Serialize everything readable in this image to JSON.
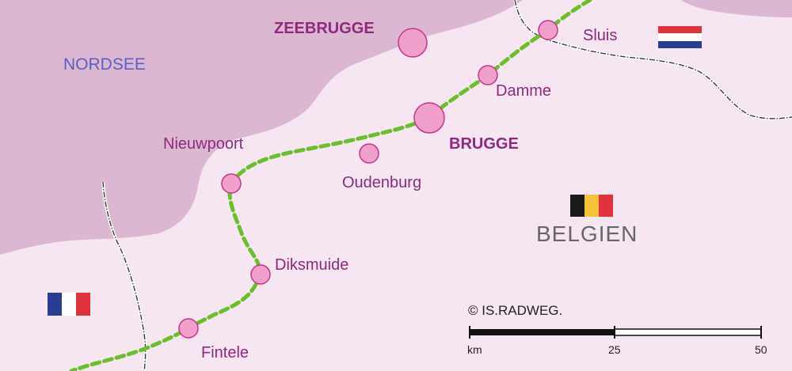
{
  "labels": {
    "sea": "NORDSEE",
    "country": "BELGIEN",
    "copyright": "© IS.RADWEG."
  },
  "places": [
    {
      "name": "ZEEBRUGGE",
      "bold": true
    },
    {
      "name": "Sluis",
      "bold": false
    },
    {
      "name": "Damme",
      "bold": false
    },
    {
      "name": "BRUGGE",
      "bold": true
    },
    {
      "name": "Oudenburg",
      "bold": false
    },
    {
      "name": "Nieuwpoort",
      "bold": false
    },
    {
      "name": "Diksmuide",
      "bold": false
    },
    {
      "name": "Fintele",
      "bold": false
    }
  ],
  "scale": {
    "unit": "km",
    "mid": "25",
    "max": "50"
  },
  "flags": [
    {
      "name": "netherlands",
      "colors": [
        "#e0323d",
        "#ffffff",
        "#2a3d94"
      ],
      "orientation": "horizontal"
    },
    {
      "name": "belgium",
      "colors": [
        "#1a1a1a",
        "#f5c33b",
        "#e0323d"
      ],
      "orientation": "vertical"
    },
    {
      "name": "france",
      "colors": [
        "#2a3d94",
        "#ffffff",
        "#e0323d"
      ],
      "orientation": "vertical"
    }
  ],
  "colors": {
    "land": "#f6e6f2",
    "sea": "#dcb7d1",
    "route": "#6bbf2a",
    "marker_fill": "#ef9fc9",
    "marker_stroke": "#c2378e",
    "label": "#8e2a7e"
  }
}
